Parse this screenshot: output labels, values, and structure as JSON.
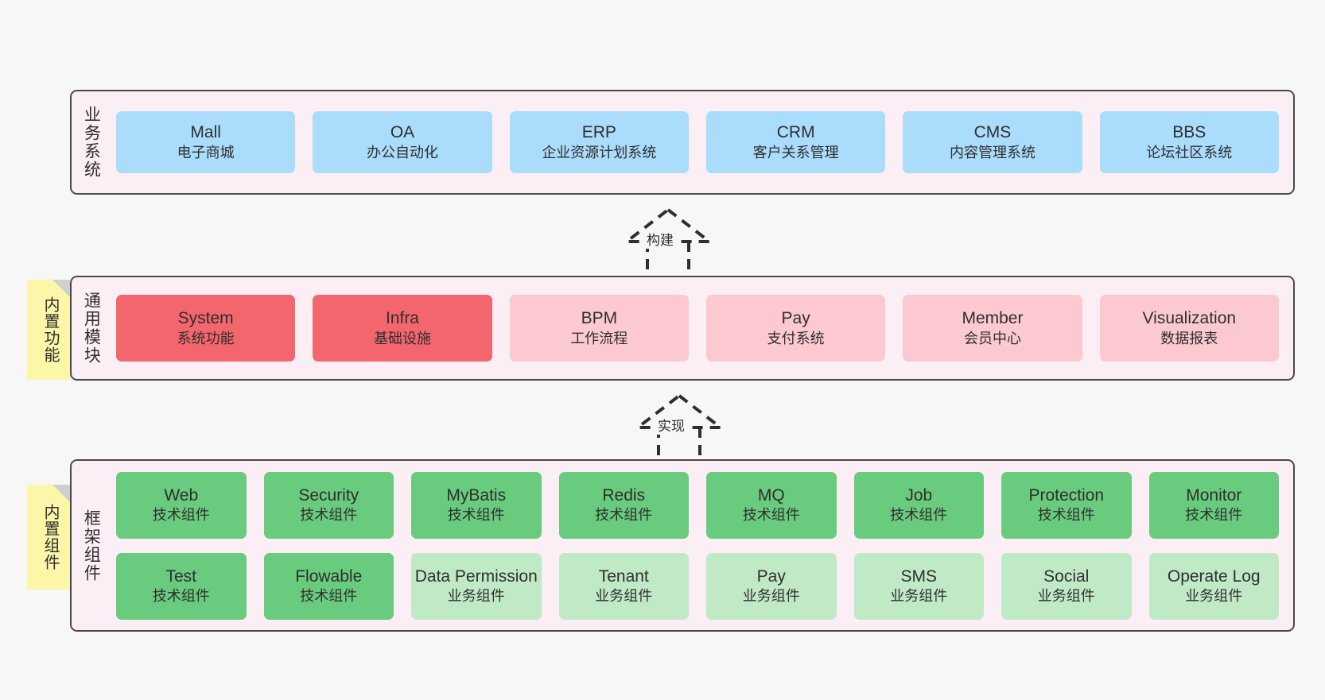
{
  "theme": {
    "background": "#f7f7f7",
    "panel_fill": "#fbeef5",
    "panel_border": "#4a4a4a",
    "blue": "#aadcfb",
    "red": "#f4666d",
    "pink": "#fcc9d1",
    "green": "#69cb7d",
    "light_green": "#c0e9c6",
    "sticky_yellow": "#fcf6a8"
  },
  "layers": [
    {
      "id": "business",
      "label": "业务系统",
      "rows": [
        [
          {
            "title": "Mall",
            "sub": "电子商城",
            "color": "blue"
          },
          {
            "title": "OA",
            "sub": "办公自动化",
            "color": "blue"
          },
          {
            "title": "ERP",
            "sub": "企业资源计划系统",
            "color": "blue"
          },
          {
            "title": "CRM",
            "sub": "客户关系管理",
            "color": "blue"
          },
          {
            "title": "CMS",
            "sub": "内容管理系统",
            "color": "blue"
          },
          {
            "title": "BBS",
            "sub": "论坛社区系统",
            "color": "blue"
          }
        ]
      ]
    },
    {
      "id": "modules",
      "label": "通用模块",
      "sticky": "内置功能",
      "rows": [
        [
          {
            "title": "System",
            "sub": "系统功能",
            "color": "red"
          },
          {
            "title": "Infra",
            "sub": "基础设施",
            "color": "red"
          },
          {
            "title": "BPM",
            "sub": "工作流程",
            "color": "pink"
          },
          {
            "title": "Pay",
            "sub": "支付系统",
            "color": "pink"
          },
          {
            "title": "Member",
            "sub": "会员中心",
            "color": "pink"
          },
          {
            "title": "Visualization",
            "sub": "数据报表",
            "color": "pink"
          }
        ]
      ]
    },
    {
      "id": "frame",
      "label": "框架组件",
      "sticky": "内置组件",
      "rows": [
        [
          {
            "title": "Web",
            "sub": "技术组件",
            "color": "green"
          },
          {
            "title": "Security",
            "sub": "技术组件",
            "color": "green"
          },
          {
            "title": "MyBatis",
            "sub": "技术组件",
            "color": "green"
          },
          {
            "title": "Redis",
            "sub": "技术组件",
            "color": "green"
          },
          {
            "title": "MQ",
            "sub": "技术组件",
            "color": "green"
          },
          {
            "title": "Job",
            "sub": "技术组件",
            "color": "green"
          },
          {
            "title": "Protection",
            "sub": "技术组件",
            "color": "green"
          },
          {
            "title": "Monitor",
            "sub": "技术组件",
            "color": "green"
          }
        ],
        [
          {
            "title": "Test",
            "sub": "技术组件",
            "color": "green"
          },
          {
            "title": "Flowable",
            "sub": "技术组件",
            "color": "green"
          },
          {
            "title": "Data Permission",
            "sub": "业务组件",
            "color": "lightgreen"
          },
          {
            "title": "Tenant",
            "sub": "业务组件",
            "color": "lightgreen"
          },
          {
            "title": "Pay",
            "sub": "业务组件",
            "color": "lightgreen"
          },
          {
            "title": "SMS",
            "sub": "业务组件",
            "color": "lightgreen"
          },
          {
            "title": "Social",
            "sub": "业务组件",
            "color": "lightgreen"
          },
          {
            "title": "Operate Log",
            "sub": "业务组件",
            "color": "lightgreen"
          }
        ]
      ]
    }
  ],
  "connectors": [
    {
      "id": "build",
      "label": "构建",
      "from": "modules",
      "to": "business",
      "style": "dashed-generalization"
    },
    {
      "id": "implement",
      "label": "实现",
      "from": "frame",
      "to": "modules",
      "style": "dashed-generalization"
    }
  ]
}
